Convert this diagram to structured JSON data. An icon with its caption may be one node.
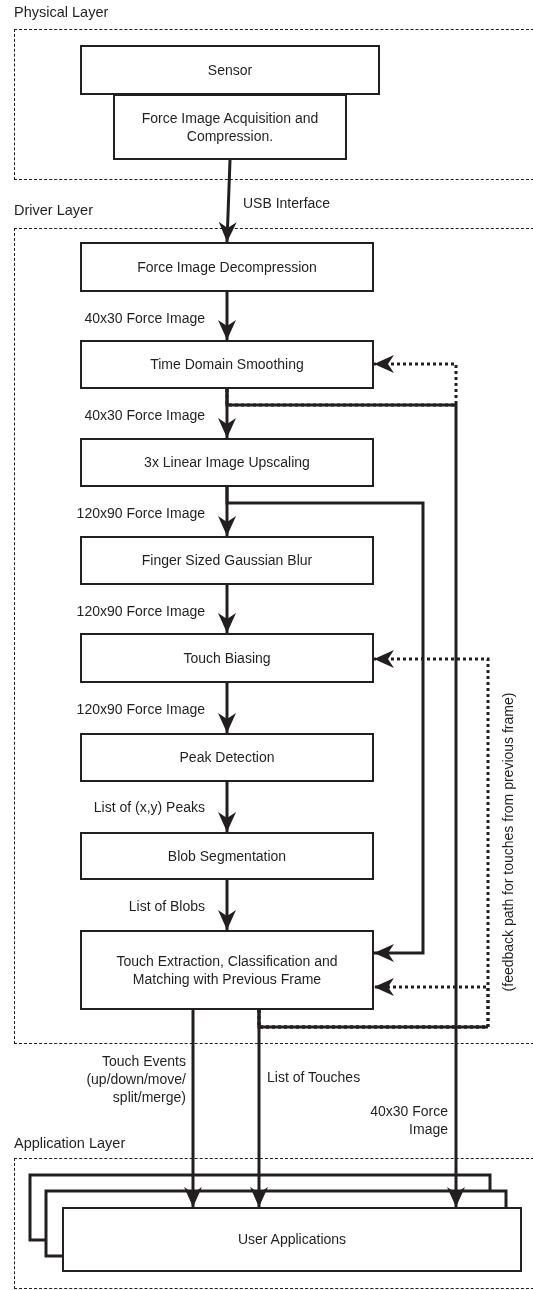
{
  "diagram": {
    "nodes": [
      {
        "text": [
          "Physical Layer"
        ]
      },
      {
        "text": [
          "Sensor"
        ],
        "in": 0
      },
      {
        "text": [
          "Force Image Acquisition and Compression."
        ],
        "in": 0
      },
      {
        "text": [
          "Driver Layer"
        ]
      },
      {
        "text": [
          "Force Image Decompression"
        ],
        "in": 3
      },
      {
        "text": [
          "Time Domain Smoothing"
        ],
        "in": 3
      },
      {
        "text": [
          "3x Linear Image Upscaling"
        ],
        "in": 3
      },
      {
        "text": [
          "Finger Sized Gaussian Blur"
        ],
        "in": 3
      },
      {
        "text": [
          "Touch Biasing"
        ],
        "in": 3
      },
      {
        "text": [
          "Peak Detection"
        ],
        "in": 3
      },
      {
        "text": [
          "Blob Segmentation"
        ],
        "in": 3
      },
      {
        "text": [
          "Touch Extraction, Classification and Matching with Previous Frame"
        ],
        "in": 3
      },
      {
        "text": [
          "Application Layer"
        ]
      },
      {
        "text": [
          "User Applications"
        ],
        "in": 12
      }
    ],
    "edges": [
      {
        "from": 2,
        "to": 4,
        "arrow": "to",
        "label": "USB Interface"
      },
      {
        "from": 4,
        "to": 5,
        "arrow": "to",
        "label": "40x30 Force Image"
      },
      {
        "from": 5,
        "to": 6,
        "arrow": "to",
        "label": "40x30 Force Image"
      },
      {
        "from": 6,
        "to": 7,
        "arrow": "to",
        "label": "120x90 Force Image"
      },
      {
        "from": 7,
        "to": 8,
        "arrow": "to",
        "label": "120x90 Force Image"
      },
      {
        "from": 8,
        "to": 9,
        "arrow": "to",
        "label": "120x90 Force Image"
      },
      {
        "from": 9,
        "to": 10,
        "arrow": "to",
        "label": "List of (x,y) Peaks"
      },
      {
        "from": 10,
        "to": 11,
        "arrow": "to",
        "label": "List of Blobs"
      },
      {
        "from": 6,
        "to": 11,
        "arrow": "to"
      },
      {
        "from": 5,
        "to": 13,
        "arrow": "to",
        "label": "40x30 Force Image"
      },
      {
        "from": 11,
        "to": 13,
        "arrow": "to",
        "label": "Touch Events (up/down/move/ split/merge)"
      },
      {
        "from": 11,
        "to": 13,
        "arrow": "to",
        "label": "List of Touches"
      },
      {
        "from": 5,
        "to": 5,
        "arrow": "to",
        "style": "dashed"
      },
      {
        "from": 11,
        "to": 8,
        "arrow": "to",
        "style": "dashed"
      },
      {
        "from": 11,
        "to": 11,
        "arrow": "to",
        "style": "dashed"
      }
    ],
    "labels": [
      "(feedback path for touches from previous frame)"
    ]
  }
}
